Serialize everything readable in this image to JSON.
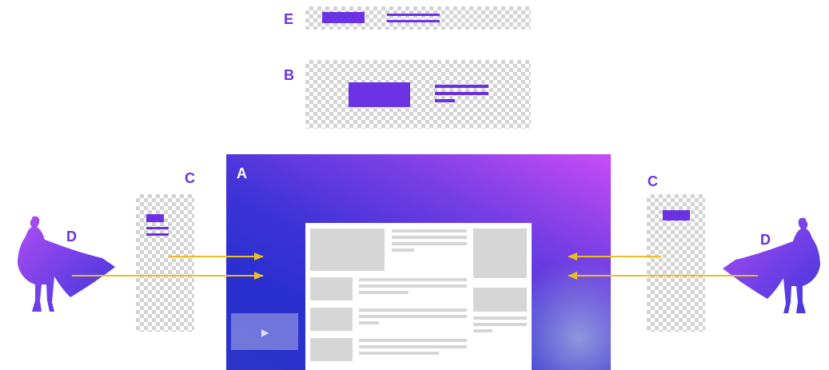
{
  "labels": {
    "e": "E",
    "b": "B",
    "a": "A",
    "c_left": "C",
    "c_right": "C",
    "d_left": "D",
    "d_right": "D"
  },
  "colors": {
    "accent_purple": "#6a32e2",
    "arrow_yellow": "#e8c020",
    "gradient_start": "#c94cf6",
    "gradient_end": "#2a2fcf",
    "placeholder_gray": "#d6d6d6"
  },
  "icons": {
    "video_play": "play-icon",
    "figure": "caped-figure-silhouette"
  }
}
